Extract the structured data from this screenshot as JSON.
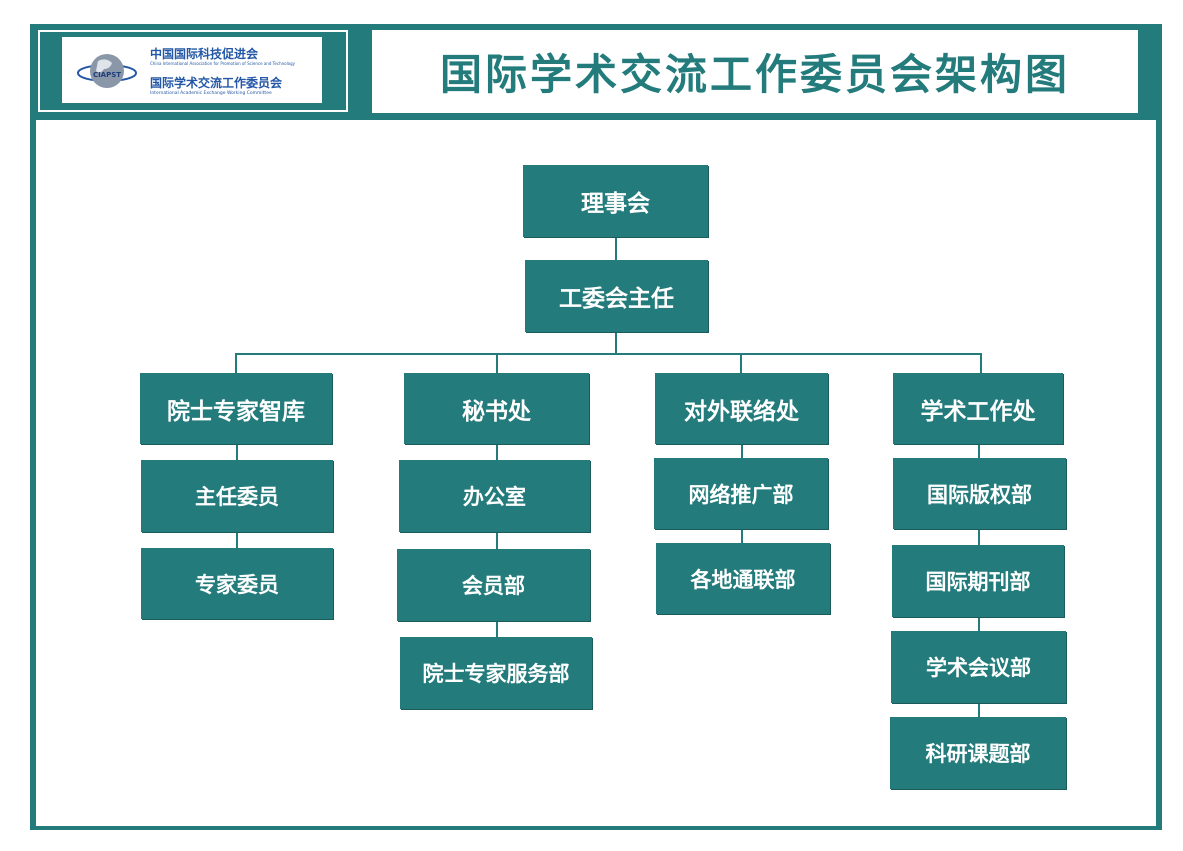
{
  "header": {
    "title": "国际学术交流工作委员会架构图"
  },
  "logo": {
    "org_cn": "中国国际科技促进会",
    "org_en": "China International Association for Promotion of Science and Technology",
    "committee_cn": "国际学术交流工作委员会",
    "committee_en": "International Academic Exchange Working Committee",
    "emblem": "CIAPST"
  },
  "chart": {
    "root": "理事会",
    "director": "工委会主任",
    "departments": [
      {
        "label": "院士专家智库",
        "children": [
          "主任委员",
          "专家委员"
        ]
      },
      {
        "label": "秘书处",
        "children": [
          "办公室",
          "会员部",
          "院士专家服务部"
        ]
      },
      {
        "label": "对外联络处",
        "children": [
          "网络推广部",
          "各地通联部"
        ]
      },
      {
        "label": "学术工作处",
        "children": [
          "国际版权部",
          "国际期刊部",
          "学术会议部",
          "科研课题部"
        ]
      }
    ]
  },
  "colors": {
    "teal": "#237b7b",
    "logo_blue": "#2458a6"
  }
}
